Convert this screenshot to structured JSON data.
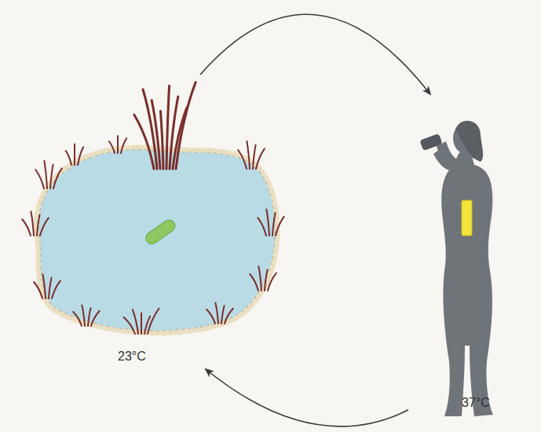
{
  "diagram": {
    "nodes": [
      {
        "text": [
          "23°C"
        ]
      },
      {
        "text": [
          "37°C"
        ]
      }
    ],
    "edges": [
      {
        "from": 0,
        "to": 1,
        "arrow": "to"
      },
      {
        "from": 1,
        "to": 0,
        "arrow": "to"
      }
    ]
  }
}
